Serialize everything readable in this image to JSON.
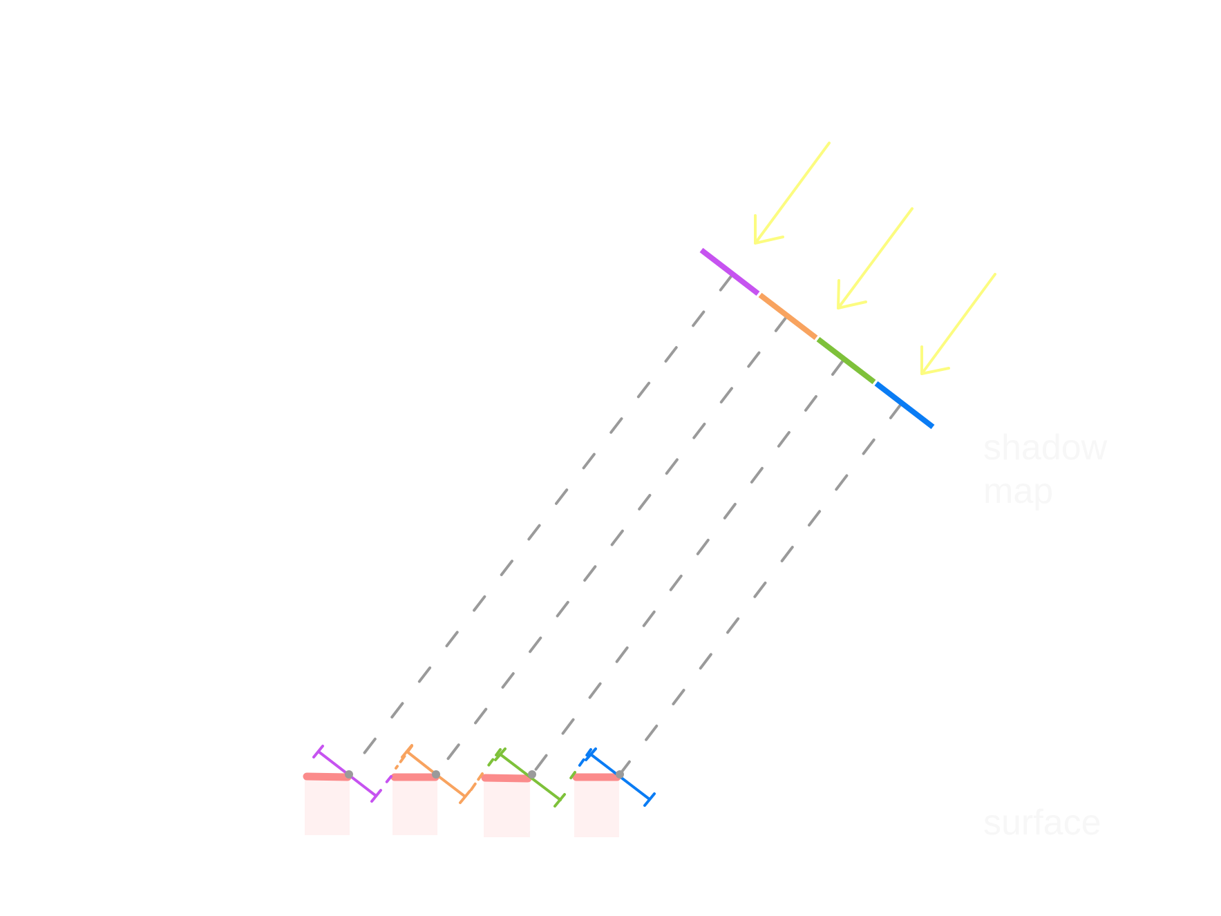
{
  "labels": {
    "shadow_map_line1": "shadow",
    "shadow_map_line2": "map",
    "surface": "surface"
  },
  "colors": {
    "segment_1": "#c653f0",
    "segment_2": "#f8a35f",
    "segment_3": "#7ec13a",
    "segment_4": "#0a7cf4",
    "light_arrow": "#fcfc80",
    "projection": "#9a9a9a",
    "surface_top": "#fb8b8b",
    "surface_fill": "#fff1f1"
  },
  "icons": {
    "light": "light-ray-arrow-icon"
  }
}
